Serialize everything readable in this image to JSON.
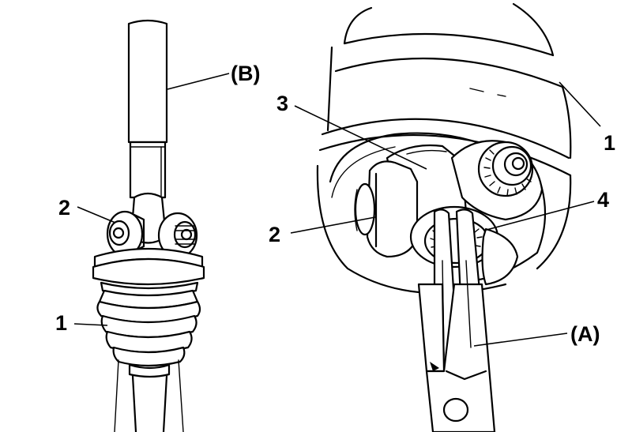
{
  "callouts": {
    "left_b": "(B)",
    "left_2": "2",
    "left_1": "1",
    "right_3": "3",
    "right_1": "1",
    "right_4": "4",
    "right_2": "2",
    "right_a": "(A)"
  }
}
